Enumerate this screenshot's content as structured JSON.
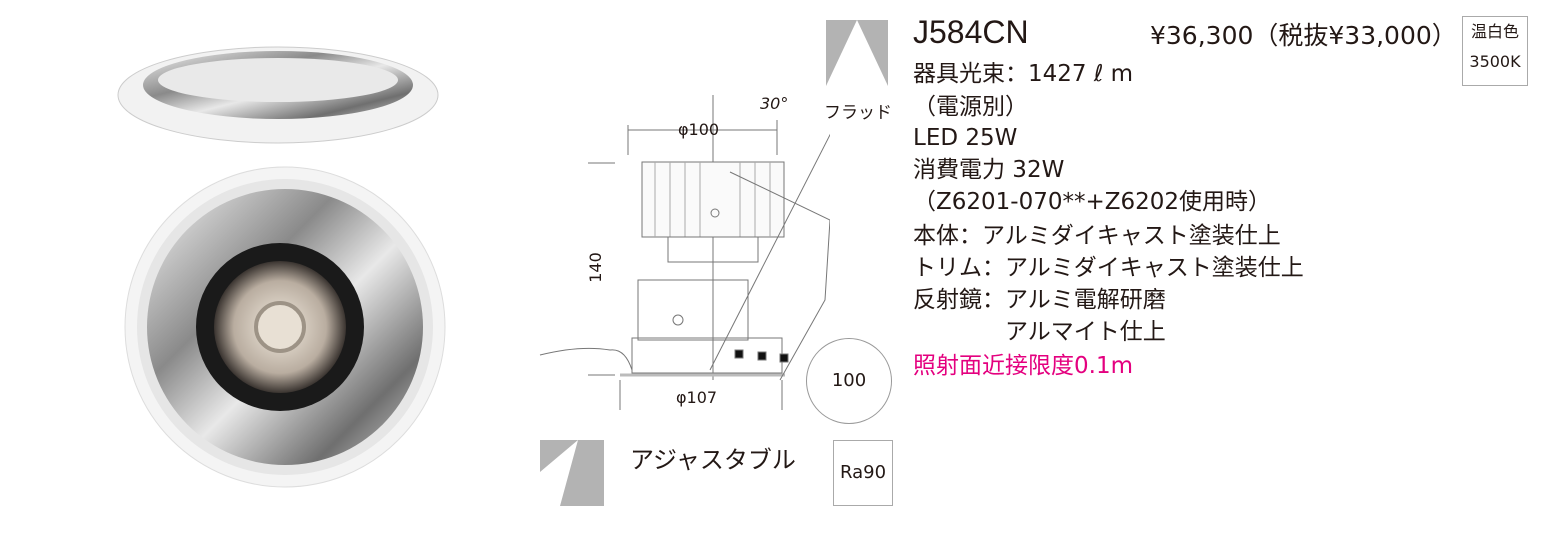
{
  "product": {
    "model": "J584CN",
    "price": "¥36,300（税抜¥33,000）",
    "color_name": "温白色",
    "color_temp": "3500K"
  },
  "specs": [
    "器具光束：1427 ℓ m",
    "（電源別）",
    "LED 25W",
    "消費電力 32W",
    "（Z6201-070**+Z6202使用時）",
    "本体：アルミダイキャスト塗装仕上",
    "トリム：アルミダイキャスト塗装仕上",
    "反射鏡：アルミ電解研磨",
    "　　　　アルマイト仕上"
  ],
  "note": "照射面近接限度0.1m",
  "note_color": "#e4007f",
  "beam_type": "フラッド",
  "adjustable_label": "アジャスタブル",
  "ra_label": "Ra90",
  "drawing": {
    "top_diameter": "φ100",
    "bottom_diameter": "φ107",
    "height": "140",
    "tilt_angle": "30°",
    "cutout": "100"
  }
}
